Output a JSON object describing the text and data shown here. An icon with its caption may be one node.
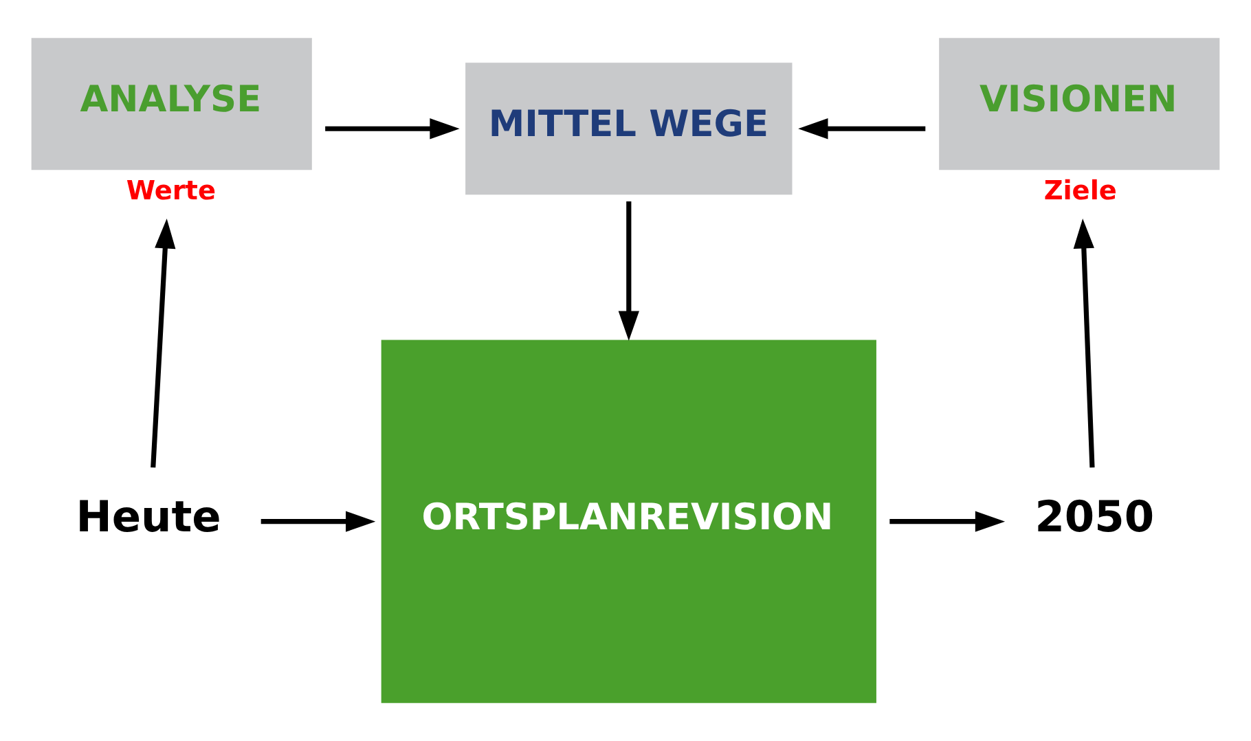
{
  "diagram": {
    "nodes": [
      {
        "text": [
          "ANALYSE"
        ],
        "beside": [
          "Werte"
        ]
      },
      {
        "text": [
          "MITTEL WEGE"
        ]
      },
      {
        "text": [
          "VISIONEN"
        ],
        "beside": [
          "Ziele"
        ]
      },
      {
        "text": [
          "Heute"
        ]
      },
      {
        "text": [
          "ORTSPLANREVISION"
        ]
      },
      {
        "text": [
          "2050"
        ]
      }
    ],
    "edges": [
      {
        "from": 0,
        "to": 1,
        "arrow": "to"
      },
      {
        "from": 2,
        "to": 1,
        "arrow": "to"
      },
      {
        "from": 1,
        "to": 4,
        "arrow": "to"
      },
      {
        "from": 3,
        "to": 0,
        "arrow": "to"
      },
      {
        "from": 5,
        "to": 2,
        "arrow": "to"
      },
      {
        "from": 3,
        "to": 4,
        "arrow": "to"
      },
      {
        "from": 4,
        "to": 5,
        "arrow": "to"
      }
    ]
  }
}
